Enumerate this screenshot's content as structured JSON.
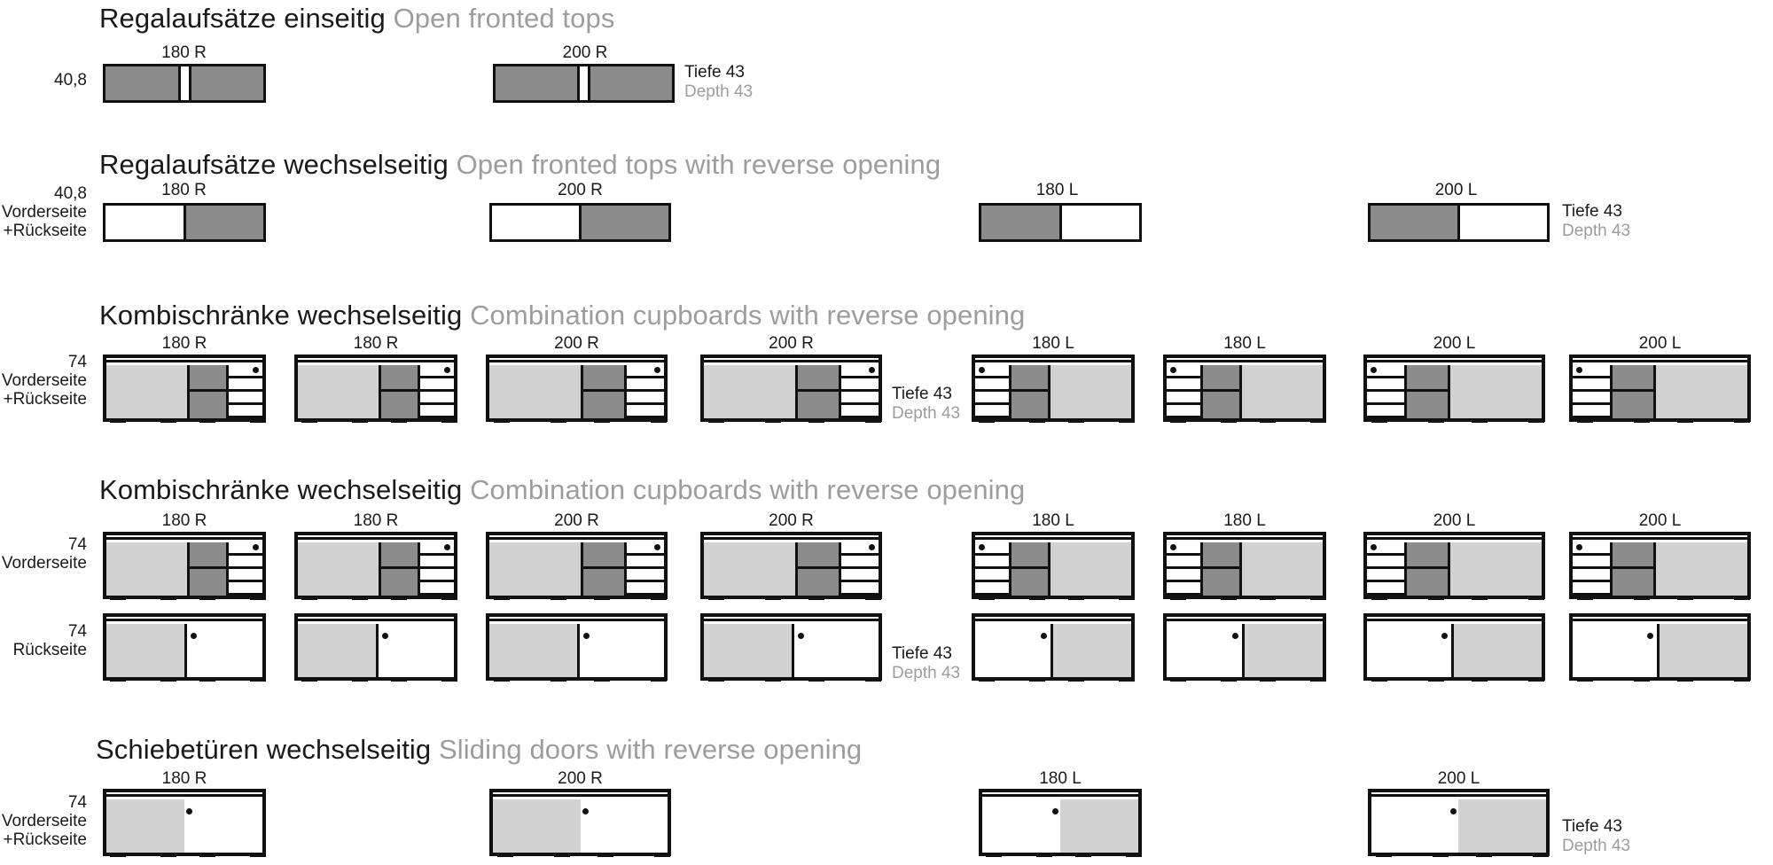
{
  "document": {
    "kind": "furniture-catalogue-dimension-sheet",
    "depth_label": {
      "de": "Tiefe 43",
      "en": "Depth 43"
    }
  },
  "sections": [
    {
      "id": "regalaufsaetze-einseitig",
      "title_de": "Regalaufsätze einseitig",
      "title_en": "Open fronted tops",
      "left_labels": [
        "40,8"
      ],
      "depth": {
        "de": "Tiefe 43",
        "en": "Depth 43"
      },
      "units": [
        {
          "caption": "180 R",
          "type": "open-top",
          "hand": "R"
        },
        {
          "caption": "200 R",
          "type": "open-top",
          "hand": "R"
        }
      ]
    },
    {
      "id": "regalaufsaetze-wechselseitig",
      "title_de": "Regalaufsätze wechselseitig",
      "title_en": "Open fronted tops with reverse opening",
      "left_labels": [
        "40,8",
        "Vorderseite",
        "+Rückseite"
      ],
      "depth": {
        "de": "Tiefe 43",
        "en": "Depth 43"
      },
      "units": [
        {
          "caption": "180 R",
          "type": "half-open",
          "hand": "R"
        },
        {
          "caption": "200 R",
          "type": "half-open",
          "hand": "R"
        },
        {
          "caption": "180 L",
          "type": "half-open",
          "hand": "L"
        },
        {
          "caption": "200 L",
          "type": "half-open",
          "hand": "L"
        }
      ]
    },
    {
      "id": "kombischraenke-wechselseitig-1",
      "title_de": "Kombischränke wechselseitig",
      "title_en": "Combination cupboards with reverse opening",
      "left_labels": [
        "74",
        "Vorderseite",
        "+Rückseite"
      ],
      "depth": {
        "de": "Tiefe 43",
        "en": "Depth 43"
      },
      "units": [
        {
          "caption": "180 R",
          "type": "combi",
          "hand": "R"
        },
        {
          "caption": "180 R",
          "type": "combi",
          "hand": "R"
        },
        {
          "caption": "200 R",
          "type": "combi",
          "hand": "R"
        },
        {
          "caption": "200 R",
          "type": "combi",
          "hand": "R"
        },
        {
          "caption": "180 L",
          "type": "combi",
          "hand": "L"
        },
        {
          "caption": "180 L",
          "type": "combi",
          "hand": "L"
        },
        {
          "caption": "200 L",
          "type": "combi",
          "hand": "L"
        },
        {
          "caption": "200 L",
          "type": "combi",
          "hand": "L"
        }
      ]
    },
    {
      "id": "kombischraenke-wechselseitig-2",
      "title_de": "Kombischränke wechselseitig",
      "title_en": "Combination cupboards with reverse opening",
      "left_labels_front": [
        "74",
        "Vorderseite"
      ],
      "left_labels_back": [
        "74",
        "Rückseite"
      ],
      "depth": {
        "de": "Tiefe 43",
        "en": "Depth 43"
      },
      "units_front": [
        {
          "caption": "180 R",
          "type": "combi",
          "hand": "R"
        },
        {
          "caption": "180 R",
          "type": "combi",
          "hand": "R"
        },
        {
          "caption": "200 R",
          "type": "combi",
          "hand": "R"
        },
        {
          "caption": "200 R",
          "type": "combi",
          "hand": "R"
        },
        {
          "caption": "180 L",
          "type": "combi",
          "hand": "L"
        },
        {
          "caption": "180 L",
          "type": "combi",
          "hand": "L"
        },
        {
          "caption": "200 L",
          "type": "combi",
          "hand": "L"
        },
        {
          "caption": "200 L",
          "type": "combi",
          "hand": "L"
        }
      ],
      "units_back": [
        {
          "type": "back",
          "hand": "R"
        },
        {
          "type": "back",
          "hand": "R"
        },
        {
          "type": "back",
          "hand": "R"
        },
        {
          "type": "back",
          "hand": "R"
        },
        {
          "type": "back",
          "hand": "L"
        },
        {
          "type": "back",
          "hand": "L"
        },
        {
          "type": "back",
          "hand": "L"
        },
        {
          "type": "back",
          "hand": "L"
        }
      ]
    },
    {
      "id": "schiebetueren-wechselseitig",
      "title_de": "Schiebetüren wechselseitig",
      "title_en": "Sliding doors with reverse opening",
      "left_labels": [
        "74",
        "Vorderseite",
        "+Rückseite"
      ],
      "depth": {
        "de": "Tiefe 43",
        "en": "Depth 43"
      },
      "units": [
        {
          "caption": "180 R",
          "type": "sliding",
          "hand": "R"
        },
        {
          "caption": "200 R",
          "type": "sliding",
          "hand": "R"
        },
        {
          "caption": "180 L",
          "type": "sliding",
          "hand": "L"
        },
        {
          "caption": "200 L",
          "type": "sliding",
          "hand": "L"
        }
      ]
    }
  ],
  "colors": {
    "outline": "#111111",
    "door_light": "#d2d2d2",
    "door_mid": "#8c8c8c",
    "door_white": "#ffffff",
    "text_primary": "#1a1a1a",
    "text_secondary": "#9d9d9d"
  }
}
